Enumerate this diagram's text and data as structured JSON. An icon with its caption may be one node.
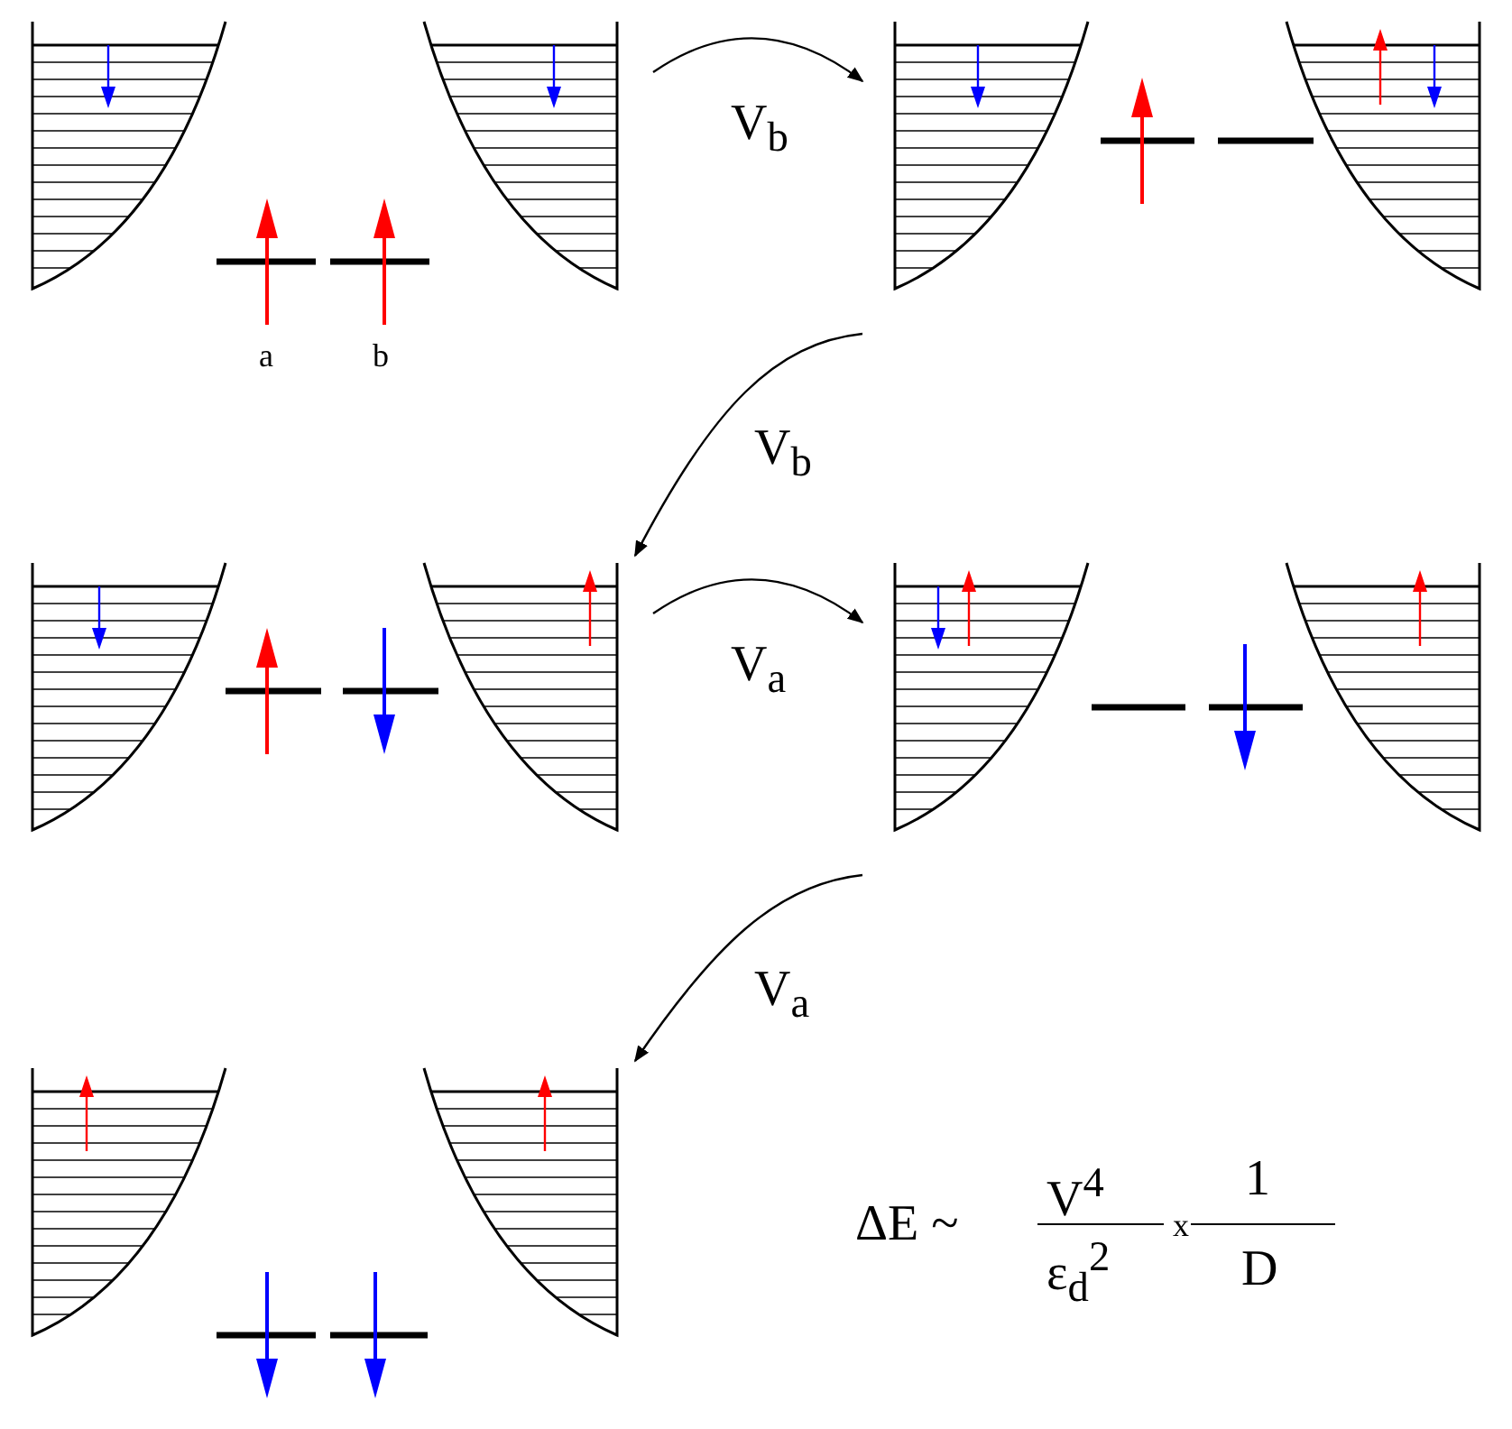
{
  "diagram": {
    "nodes": [
      {
        "text": [],
        "shape": "picture",
        "beside": [
          "a",
          "b"
        ]
      },
      {
        "text": [],
        "shape": "picture"
      },
      {
        "text": [],
        "shape": "picture"
      },
      {
        "text": [],
        "shape": "picture"
      },
      {
        "text": [],
        "shape": "picture"
      }
    ],
    "edges": [
      {
        "from": 0,
        "to": 1,
        "arrow": "to",
        "label": "V$_{b}$"
      },
      {
        "from": 1,
        "to": 2,
        "arrow": "to",
        "label": "V$_{b}$"
      },
      {
        "from": 2,
        "to": 3,
        "arrow": "to",
        "label": "V$_{a}$"
      },
      {
        "from": 3,
        "to": 4,
        "arrow": "to",
        "label": "V$_{a}$"
      }
    ],
    "labels": [
      "ΔE ~",
      "V$^{4}$",
      "ε$_{d}$$^{2}$",
      "x",
      "1",
      "D"
    ]
  }
}
